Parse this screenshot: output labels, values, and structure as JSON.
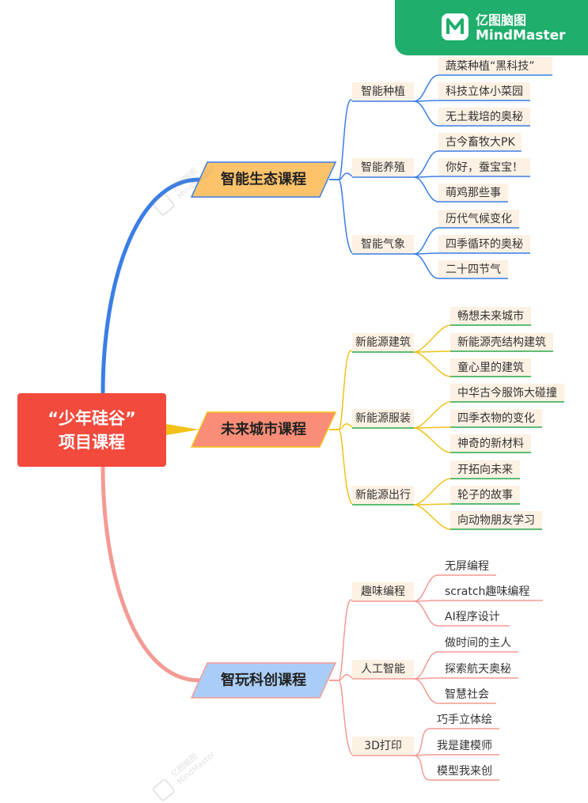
{
  "brand": {
    "name_cn": "亿图脑图",
    "name_en": "MindMaster"
  },
  "watermark": {
    "cn": "亿图脑图",
    "en": "MindMaster"
  },
  "root": {
    "line1": "“少年硅谷”",
    "line2": "项目课程",
    "color": "#f24a3d"
  },
  "branches": [
    {
      "label": "智能生态课程",
      "fill": "#fcc36b",
      "edge": "#3a7ee6",
      "groups": [
        {
          "label": "智能种植",
          "items": [
            "蔬菜种植“黑科技”",
            "科技立体小菜园",
            "无土栽培的奥秘"
          ]
        },
        {
          "label": "智能养殖",
          "items": [
            "古今畜牧大PK",
            "你好，蚕宝宝！",
            "萌鸡那些事"
          ]
        },
        {
          "label": "智能气象",
          "items": [
            "历代气候变化",
            "四季循环的奥秘",
            "二十四节气"
          ]
        }
      ]
    },
    {
      "label": "未来城市课程",
      "fill": "#f98d77",
      "edge": "#f2c218",
      "groups": [
        {
          "label": "新能源建筑",
          "items": [
            "畅想未来城市",
            "新能源壳结构建筑",
            "童心里的建筑"
          ]
        },
        {
          "label": "新能源服装",
          "items": [
            "中华古今服饰大碰撞",
            "四季衣物的变化",
            "神奇的新材料"
          ]
        },
        {
          "label": "新能源出行",
          "items": [
            "开拓向未来",
            "轮子的故事",
            "向动物朋友学习"
          ]
        }
      ]
    },
    {
      "label": "智玩科创课程",
      "fill": "#a9cdf6",
      "edge": "#f49a94",
      "groups": [
        {
          "label": "趣味编程",
          "items": [
            "无屏编程",
            "scratch趣味编程",
            "AI程序设计"
          ]
        },
        {
          "label": "人工智能",
          "items": [
            "做时间的主人",
            "探索航天奥秘",
            "智慧社会"
          ]
        },
        {
          "label": "3D打印",
          "items": [
            "巧手立体绘",
            "我是建模师",
            "模型我来创"
          ]
        }
      ]
    }
  ]
}
